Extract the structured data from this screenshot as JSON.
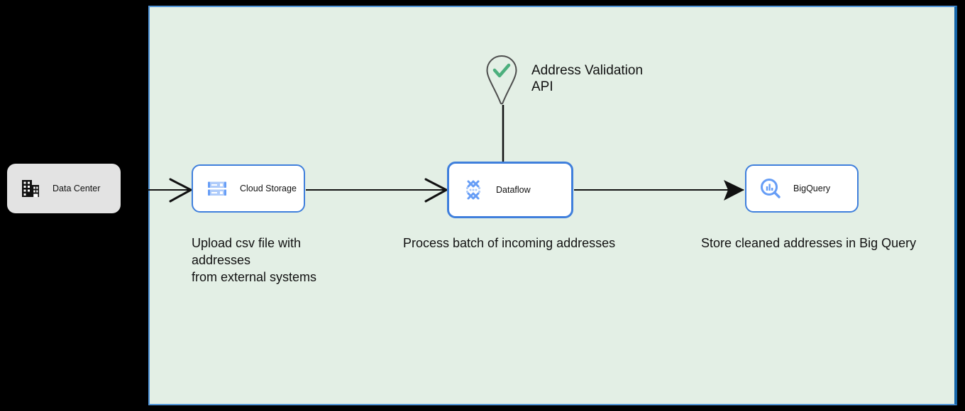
{
  "canvas": {
    "fill_color": "#e3efe5",
    "border_color": "#4e93d6",
    "border_color_right": "#1565a8"
  },
  "external": {
    "icon": "building-icon",
    "label": "Data Center",
    "fill_color": "#e3e3e3"
  },
  "api_node": {
    "icon": "map-pin-check-icon",
    "label": "Address Validation\nAPI",
    "check_color": "#4caf7d",
    "pin_stroke_color": "#4d4d4d"
  },
  "nodes": [
    {
      "id": "cloud-storage",
      "label": "Cloud Storage",
      "icon": "cloud-storage-icon",
      "border_color": "#3f7fdc",
      "fill_color": "#ffffff"
    },
    {
      "id": "dataflow",
      "label": "Dataflow",
      "icon": "dataflow-icon",
      "border_color": "#3f7fdc",
      "fill_color": "#ffffff"
    },
    {
      "id": "bigquery",
      "label": "BigQuery",
      "icon": "bigquery-icon",
      "border_color": "#3f7fdc",
      "fill_color": "#ffffff"
    }
  ],
  "captions": {
    "storage": "Upload csv file with addresses\nfrom external systems",
    "dataflow": "Process batch of incoming addresses",
    "bigquery": "Store cleaned addresses in Big Query"
  },
  "connectors": [
    {
      "id": "datacenter-to-storage",
      "from": "Data Center",
      "to": "Cloud Storage",
      "arrowhead": "open"
    },
    {
      "id": "storage-to-dataflow",
      "from": "Cloud Storage",
      "to": "Dataflow",
      "arrowhead": "open"
    },
    {
      "id": "dataflow-to-bigquery",
      "from": "Dataflow",
      "to": "BigQuery",
      "arrowhead": "filled"
    },
    {
      "id": "api-to-dataflow",
      "from": "Address Validation API",
      "to": "Dataflow",
      "arrowhead": "none"
    }
  ],
  "colors": {
    "line": "#111111",
    "icon_blue": "#4285f4",
    "icon_blue_light": "#a8c7fa"
  }
}
